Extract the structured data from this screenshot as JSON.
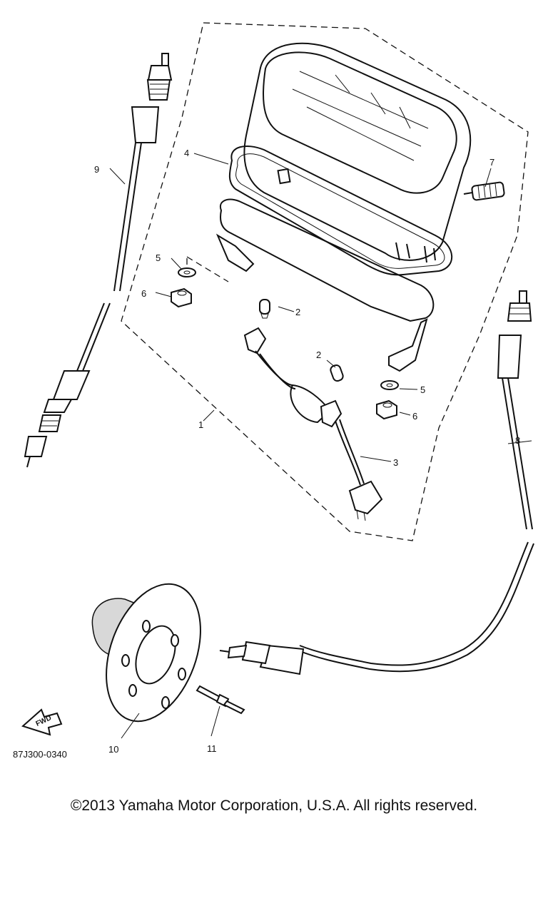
{
  "figure_code": "87J300-0340",
  "fwd_label": "FWD",
  "copyright": "©2013 Yamaha Motor Corporation, U.S.A. All rights reserved.",
  "callouts": {
    "c1": "1",
    "c2a": "2",
    "c2b": "2",
    "c3": "3",
    "c4": "4",
    "c5a": "5",
    "c5b": "5",
    "c6a": "6",
    "c6b": "6",
    "c7": "7",
    "c8": "8",
    "c9": "9",
    "c10": "10",
    "c11": "11"
  }
}
